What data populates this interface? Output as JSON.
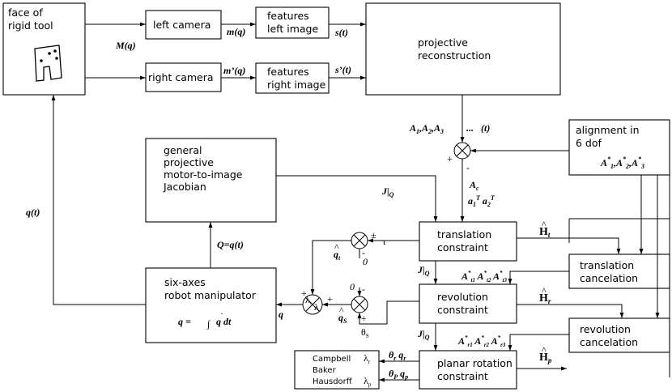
{
  "blocks": {
    "face": [
      "face of",
      "rigid tool"
    ],
    "left_camera": "left camera",
    "right_camera": "right camera",
    "features_left": [
      "features",
      "left image"
    ],
    "features_right": [
      "features",
      "right image"
    ],
    "projective": [
      "projective",
      "reconstruction"
    ],
    "alignment": [
      "alignment in",
      "6 dof"
    ],
    "jacobian": [
      "general",
      "projective",
      "motor-to-image",
      "Jacobian"
    ],
    "manipulator": [
      "six-axes",
      "robot manipulator"
    ],
    "translation_constraint": [
      "translation",
      "constraint"
    ],
    "revolution_constraint": [
      "revolution",
      "constraint"
    ],
    "planar_constraint": [
      "planar rotation",
      "constraint"
    ],
    "translation_cancel": [
      "translation",
      "cancelation"
    ],
    "revolution_cancel": [
      "revolution",
      "cancelation"
    ],
    "campbell": [
      "Campbell",
      "Baker",
      "Hausdorff"
    ]
  },
  "signals": {
    "Mq": "M(q)",
    "mq": "m(q)",
    "mpq": "m’(q)",
    "st": "s(t)",
    "spt": "s’(t)",
    "qt": "q(t)",
    "A_list": "A",
    "A_dots": "...",
    "A_t": "(t)",
    "Ac": "A",
    "JQ": "J",
    "Qqt": "Q=q(t)",
    "q_eq": "q =",
    "q_int": "q dt",
    "tau": "τ",
    "zero": "0",
    "plus": "+",
    "minus": "-",
    "theta": "θ",
    "lambda": "λ",
    "pm": "±",
    "H": "H"
  }
}
